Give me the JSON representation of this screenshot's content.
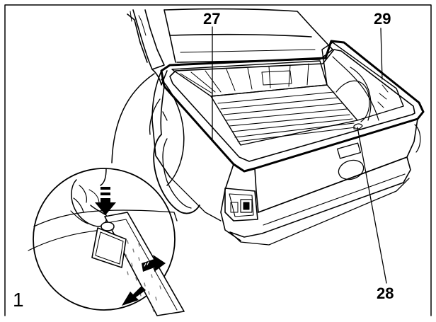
{
  "figure": {
    "number": "1",
    "callouts": {
      "c27": "27",
      "c28": "28",
      "c29": "29"
    }
  },
  "colors": {
    "ink": "#000000",
    "paper": "#ffffff",
    "water": "#7a7a7a"
  }
}
